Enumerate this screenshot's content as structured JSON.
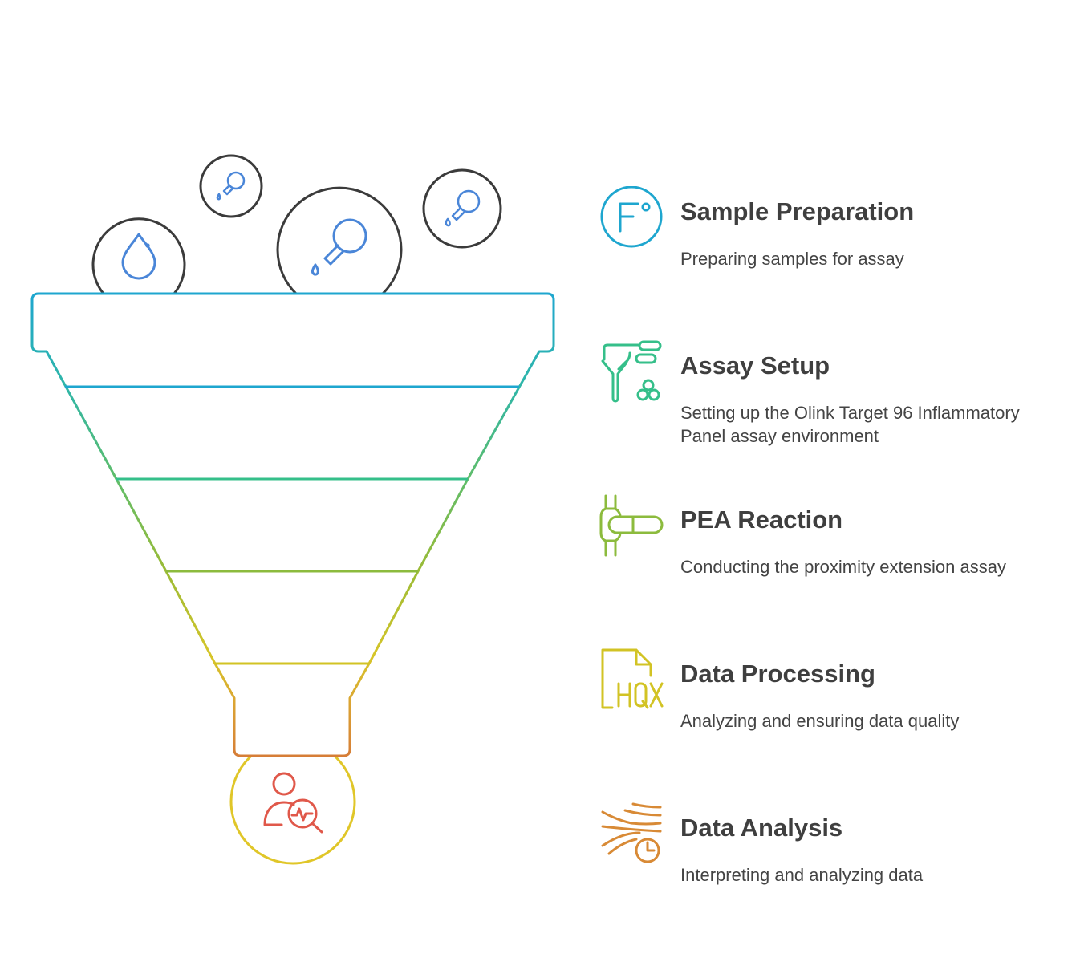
{
  "steps": [
    {
      "title": "Sample Preparation",
      "description": "Preparing samples for assay",
      "color": "#1ea6cf",
      "icon": "pipette-f-icon"
    },
    {
      "title": "Assay Setup",
      "description": "Setting up the Olink Target 96 Inflammatory Panel assay environment",
      "color": "#35bf8a",
      "icon": "antibody-pipette-icon"
    },
    {
      "title": "PEA Reaction",
      "description": "Conducting the proximity extension assay",
      "color": "#8cbb3d",
      "icon": "tube-pipe-icon"
    },
    {
      "title": "Data Processing",
      "description": "Analyzing and ensuring data quality",
      "color": "#d2c324",
      "icon": "hqx-file-icon"
    },
    {
      "title": "Data Analysis",
      "description": "Interpreting and analyzing data",
      "color": "#d88a36",
      "icon": "wind-chart-icon"
    }
  ],
  "funnel": {
    "drop_colors": [
      "#3b3b3b",
      "#4a86d8"
    ],
    "bottom_circle_color": "#e0c628",
    "bottom_icon_color": "#e0584a",
    "icons": [
      "water-drop-icon",
      "pipette-icon",
      "analyst-magnifier-icon"
    ]
  }
}
